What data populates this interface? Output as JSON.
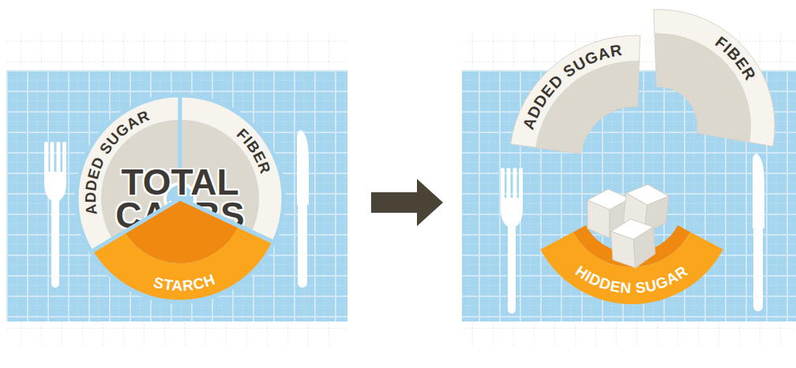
{
  "diagram": {
    "nodes": [
      {
        "text": [
          "ADDED SUGAR"
        ]
      },
      {
        "text": [
          "FIBER"
        ]
      },
      {
        "text": [
          "TOTAL CARBS"
        ]
      },
      {
        "text": [
          "STARCH"
        ]
      },
      {
        "text": [
          "ADDED SUGAR"
        ]
      },
      {
        "text": [
          "FIBER"
        ]
      },
      {
        "text": [
          "HIDDEN SUGAR"
        ]
      }
    ]
  }
}
